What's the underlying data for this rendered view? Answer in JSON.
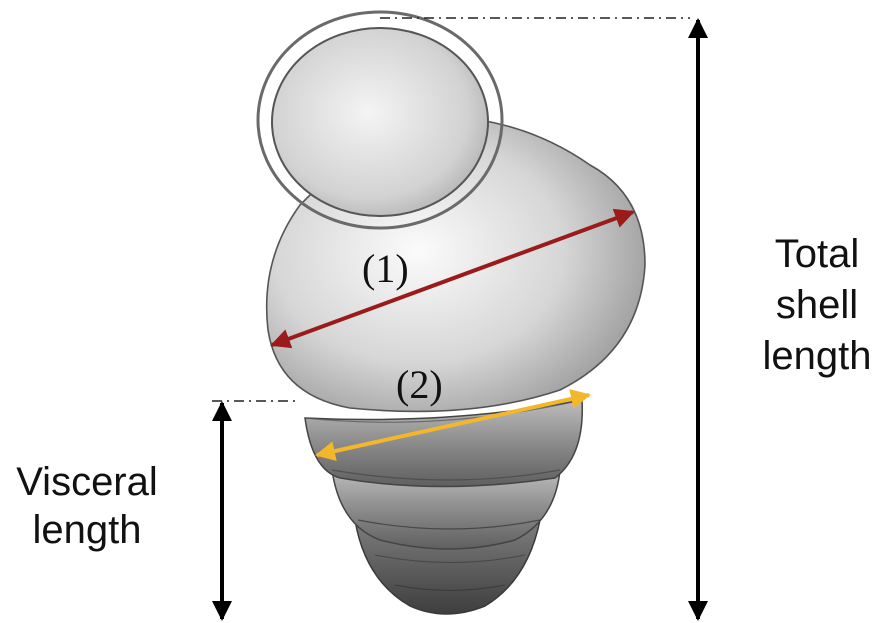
{
  "labels": {
    "width_1": "(1)",
    "width_2": "(2)",
    "total_line1": "Total",
    "total_line2": "shell",
    "total_line3": "length",
    "visceral_line1": "Visceral",
    "visceral_line2": "length"
  },
  "colors": {
    "width_1_arrow": "#9b1b1b",
    "width_2_arrow": "#f2b72a",
    "length_arrows": "#000000",
    "shell_shading": "#8a8a8a"
  }
}
